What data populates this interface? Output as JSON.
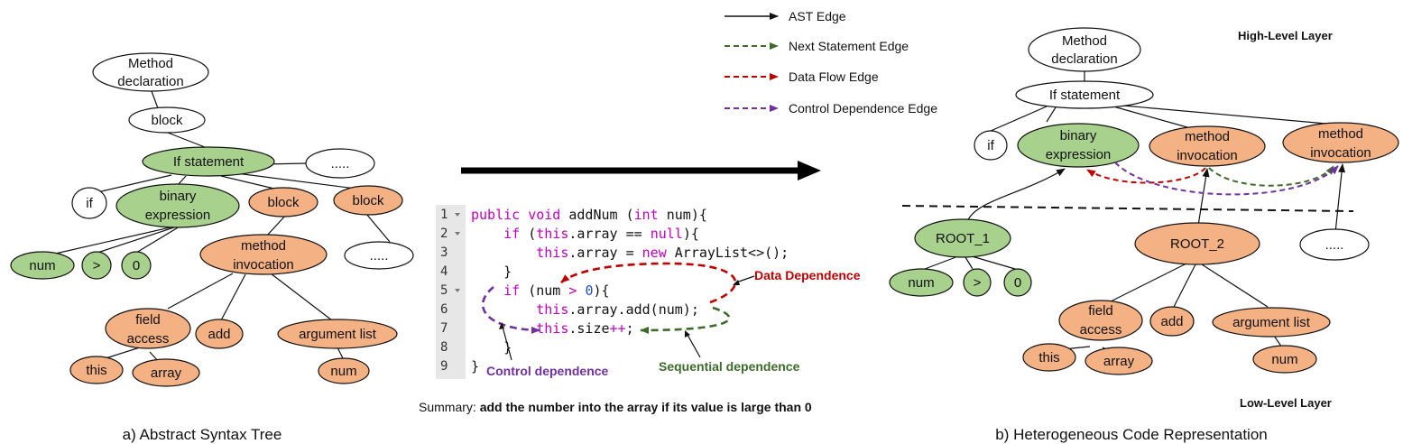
{
  "legend": {
    "ast_edge": "AST Edge",
    "next_statement_edge": "Next Statement Edge",
    "data_flow_edge": "Data Flow Edge",
    "control_dependence_edge": "Control Dependence Edge"
  },
  "colors": {
    "ast_node_green": "#a9d18e",
    "ast_node_orange": "#f4b183",
    "next_statement_edge": "#3d6b2a",
    "data_flow_edge": "#c00000",
    "control_dependence_edge": "#7030a0",
    "code_keyword": "#c000c0",
    "code_number": "#1f4fd0"
  },
  "ast": {
    "caption": "a) Abstract Syntax Tree",
    "nodes": {
      "method_declaration_1": "Method",
      "method_declaration_2": "declaration",
      "block": "block",
      "if_statement": "If statement",
      "ellipsis": ".....",
      "if": "if",
      "binary_1": "binary",
      "binary_2": "expression",
      "block_2": "block",
      "block_3": "block",
      "num": "num",
      "gt": ">",
      "zero": "0",
      "method_inv_1": "method",
      "method_inv_2": "invocation",
      "ellipsis_2": ".....",
      "field_1": "field",
      "field_2": "access",
      "add": "add",
      "argument_list": "argument list",
      "this": "this",
      "array": "array",
      "arg_num": "num"
    }
  },
  "code": {
    "line_numbers": [
      "1",
      "2",
      "3",
      "4",
      "5",
      "6",
      "7",
      "8",
      "9"
    ],
    "lines": [
      "public void addNum (int num){",
      "    if (this.array == null){",
      "        this.array = new ArrayList<>();",
      "    }",
      "    if (num > 0){",
      "        this.array.add(num);",
      "        this.size++;",
      "    }",
      "}"
    ],
    "annotations": {
      "data_dependence": "Data Dependence",
      "control_dependence": "Control dependence",
      "sequential_dependence": "Sequential dependence"
    },
    "summary_label": "Summary:",
    "summary_text": "add the number into the array if its value is large than 0"
  },
  "hcr": {
    "caption": "b) Heterogeneous Code Representation",
    "high_level_layer": "High-Level Layer",
    "low_level_layer": "Low-Level Layer",
    "nodes": {
      "method_declaration_1": "Method",
      "method_declaration_2": "declaration",
      "if_statement": "If statement",
      "if": "if",
      "binary_1": "binary",
      "binary_2": "expression",
      "method_inv_a1": "method",
      "method_inv_a2": "invocation",
      "method_inv_b1": "method",
      "method_inv_b2": "invocation",
      "root_1": "ROOT_1",
      "root_2": "ROOT_2",
      "ellipsis": ".....",
      "num": "num",
      "gt": ">",
      "zero": "0",
      "field_1": "field",
      "field_2": "access",
      "add": "add",
      "argument_list": "argument list",
      "this": "this",
      "array": "array",
      "arg_num": "num"
    }
  }
}
